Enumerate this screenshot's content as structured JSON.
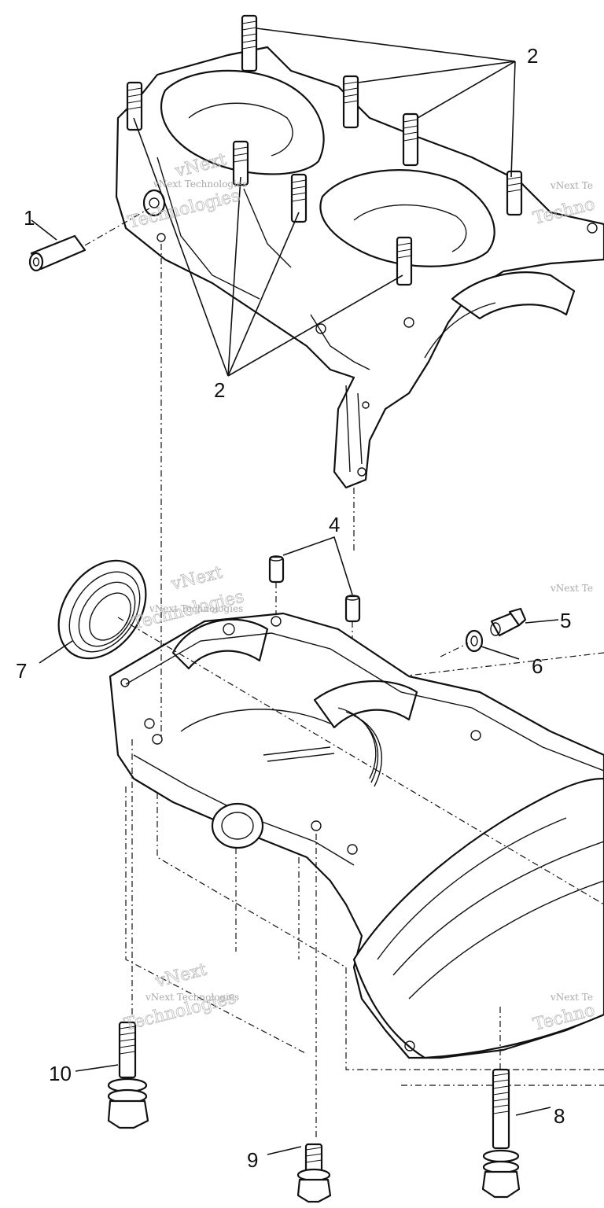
{
  "callouts": {
    "c1": "1",
    "c2_top": "2",
    "c2_bottom": "2",
    "c4": "4",
    "c5": "5",
    "c6": "6",
    "c7": "7",
    "c8": "8",
    "c9": "9",
    "c10": "10"
  },
  "watermarks": {
    "line1": "vNext Technologies",
    "line2": "vNext",
    "line3": "Technologies",
    "partial1": "vNext Te",
    "partial2": "Techno"
  },
  "colors": {
    "ink": "#111111",
    "paper": "#ffffff",
    "watermark": "#aaaaaa"
  }
}
